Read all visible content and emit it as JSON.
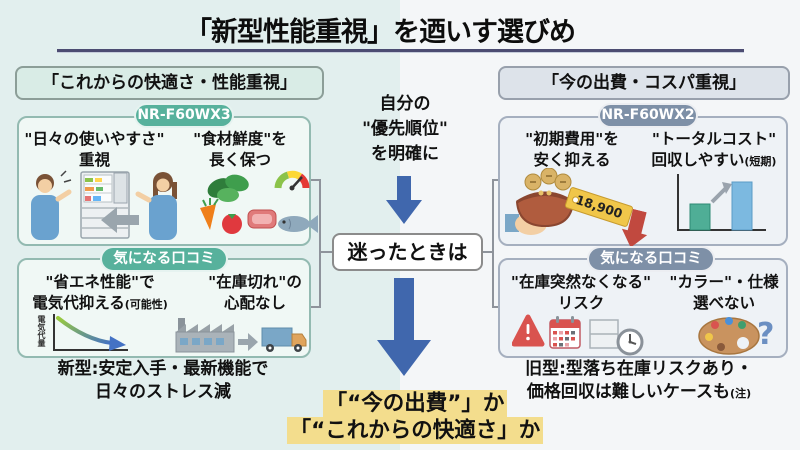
{
  "title": "「新型性能重視」を迺いす選びめ",
  "colors": {
    "teal_badge": "#57b19c",
    "slate_badge": "#7e90a7",
    "arrow_blue": "#4067ad",
    "highlight_yellow": "#f3dd8d",
    "underline_navy": "#4c4c72",
    "alert_red": "#c1493f"
  },
  "left_panel": {
    "header": "「これからの快適さ・性能重視」",
    "model_badge": "NR-F60WX3",
    "review_badge": "気になる口コミ",
    "card1": {
      "point1_line1": "\"日々の使いやすさ\"",
      "point1_line2": "重視",
      "point2_line1": "\"食材鮮度\"を",
      "point2_line2": "長く保つ"
    },
    "card2": {
      "point1_line1": "\"省エネ性能\"で",
      "point1_line2": "電気代抑える",
      "point1_note": "(可能性)",
      "chart_ylabel": "電気代量",
      "point2_line1": "\"在庫切れ\"の",
      "point2_line2": "心配なし"
    },
    "summary_line1": "新型:安定入手・最新機能で",
    "summary_line2": "日々のストレス減"
  },
  "center": {
    "priority_line1": "自分の",
    "priority_line2": "\"優先順位\"",
    "priority_line3": "を明確に",
    "decision_label": "迷ったときは",
    "conclusion_line1": "「“今の出費”」か",
    "conclusion_line2": "「“これからの快適さ」か"
  },
  "right_panel": {
    "header": "「今の出費・コスパ重視」",
    "model_badge": "NR-F60WX2",
    "review_badge": "気になる口コミ",
    "card1": {
      "point1_line1": "\"初期費用\"を",
      "point1_line2": "安く抑える",
      "price_tag": "18,900",
      "point2_line1": "\"トータルコスト\"",
      "point2_line2": "回収しやすい",
      "point2_note": "(短期)"
    },
    "card2": {
      "point1_line1": "\"在庫突然なくなる\"",
      "point1_line2": "リスク",
      "point2_line1": "\"カラー\"・仕様",
      "point2_line2": "選べない"
    },
    "summary_line1": "旧型:型落ち在庫リスクあり・",
    "summary_line2": "価格回収は難しいケースも",
    "summary_note": "(注)"
  }
}
